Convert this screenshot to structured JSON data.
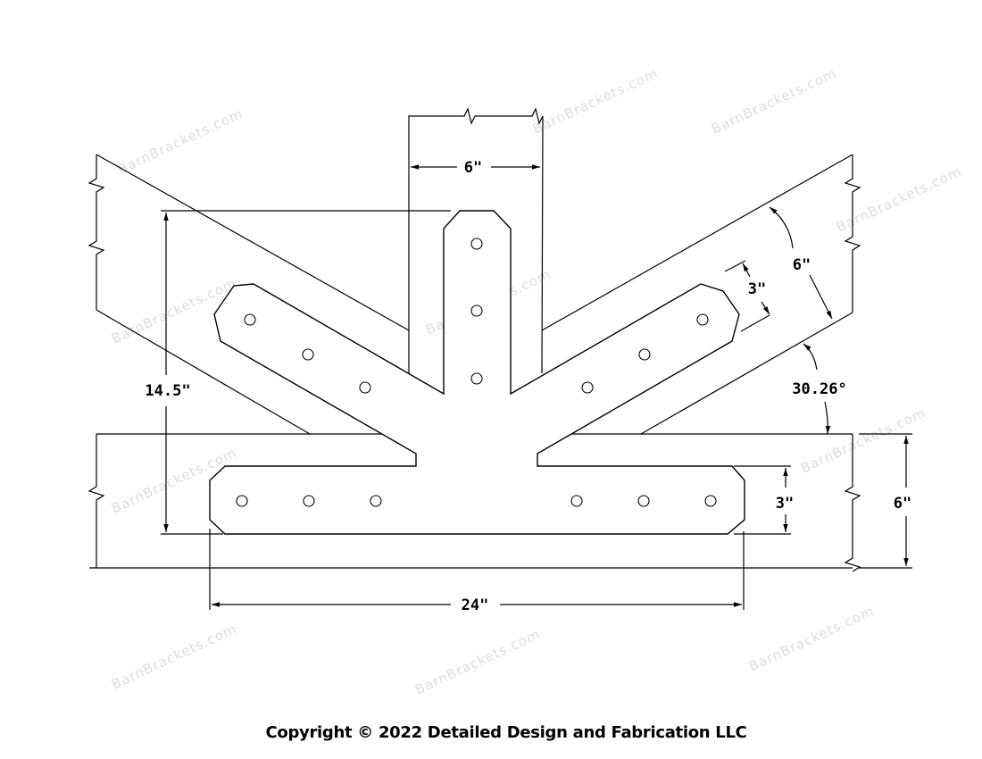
{
  "drawing": {
    "watermark": "BarnBrackets.com",
    "dimensions": {
      "post_width": "6\"",
      "total_height": "14.5\"",
      "bottom_arm_length": "24\"",
      "bottom_arm_width": "3\"",
      "beam_depth": "6\"",
      "rafter_depth": "6\"",
      "rafter_arm_width": "3\"",
      "rafter_angle": "30.26°"
    }
  },
  "footer": {
    "copyright": "Copyright © 2022 Detailed Design and Fabrication LLC"
  }
}
